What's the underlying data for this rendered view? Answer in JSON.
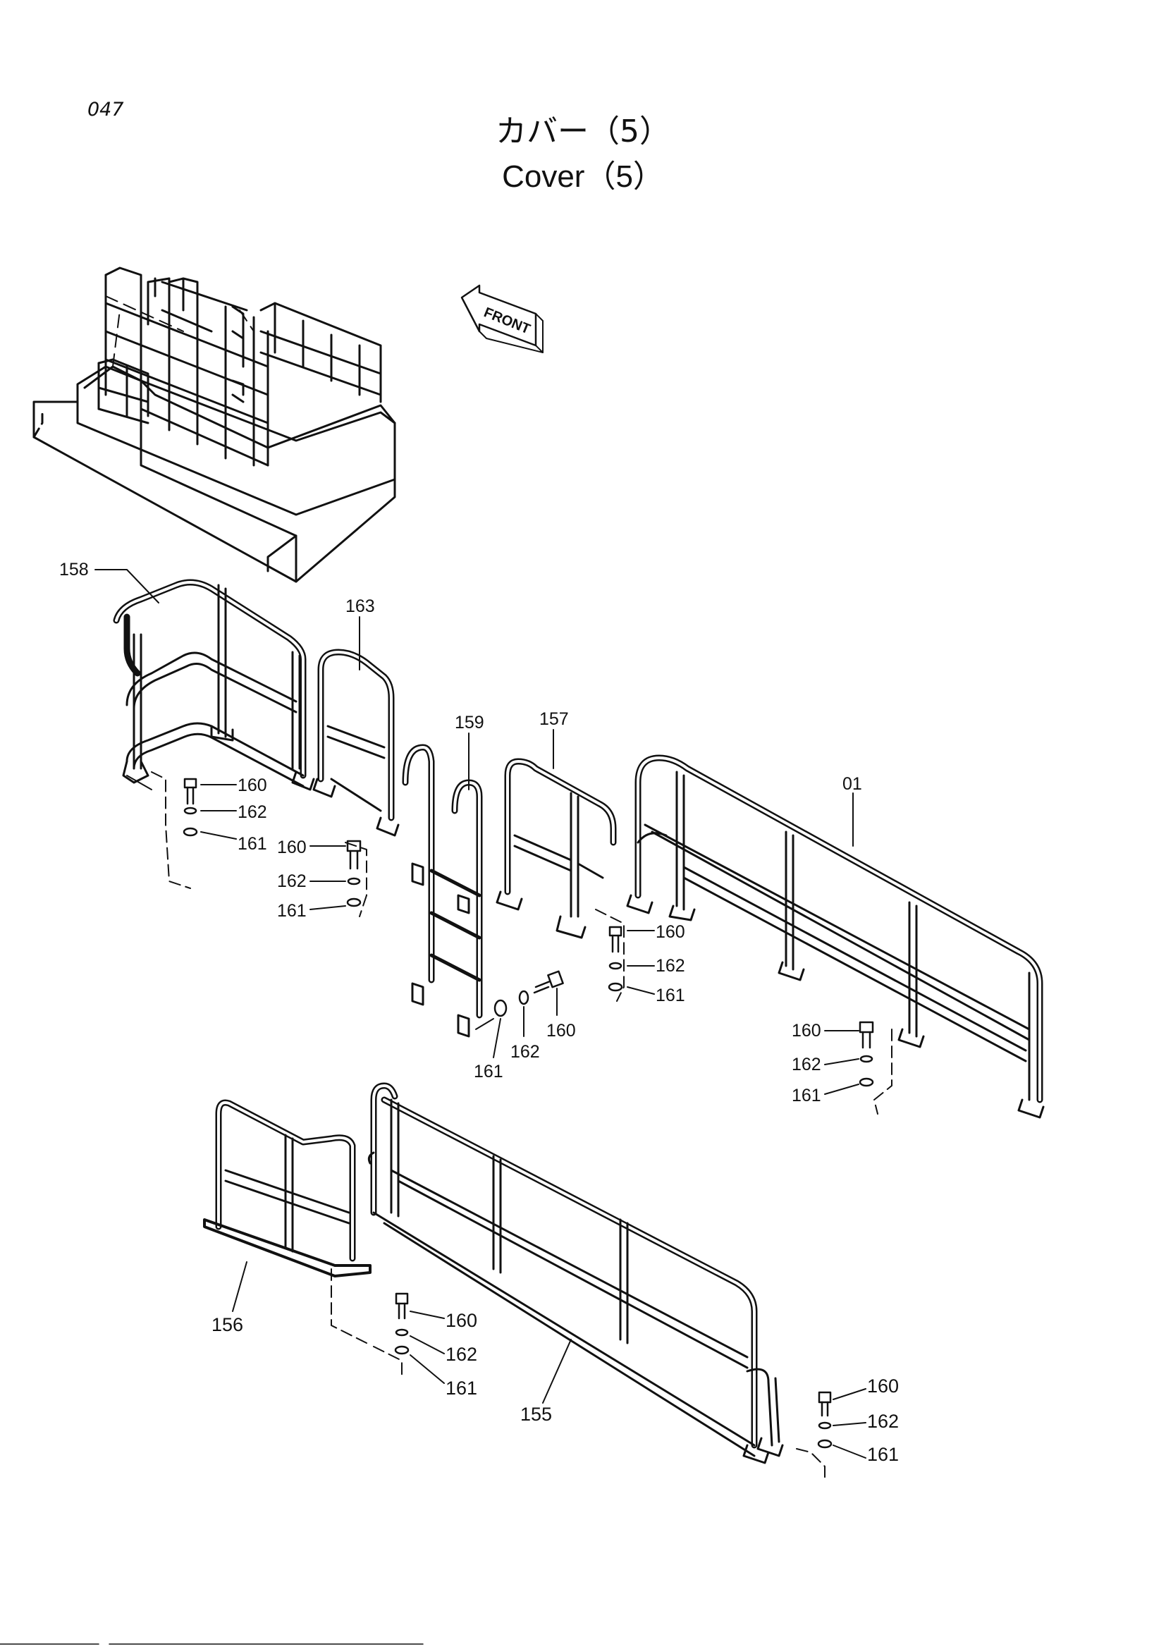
{
  "page_number": "047",
  "title_jp": "カバー（5）",
  "title_en": "Cover（5）",
  "front_label": "FRONT",
  "labels": {
    "p158": "158",
    "p163": "163",
    "p159": "159",
    "p157": "157",
    "p01": "01",
    "p156": "156",
    "p155": "155",
    "p160a": "160",
    "p162a": "162",
    "p161a": "161",
    "p160b": "160",
    "p162b": "162",
    "p161b": "161",
    "p160c": "160",
    "p162c": "162",
    "p161c": "161",
    "p160d": "160",
    "p162d": "162",
    "p161d": "161",
    "p160e": "160",
    "p162e": "162",
    "p161e": "161",
    "p160f": "160",
    "p162f": "162",
    "p161f": "161",
    "p160g": "160",
    "p162g": "162",
    "p161g": "161"
  }
}
